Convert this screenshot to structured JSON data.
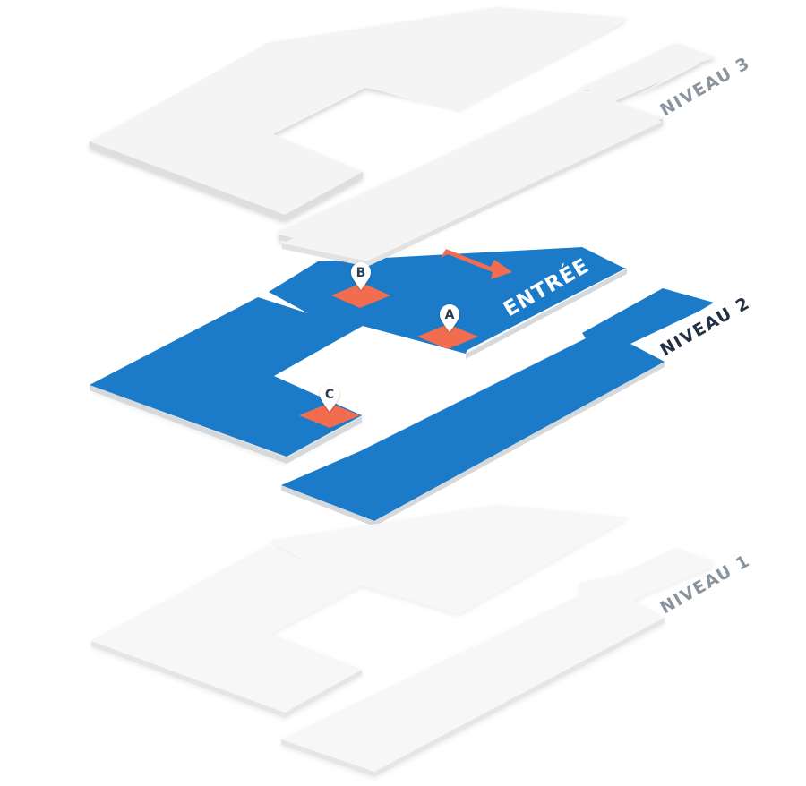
{
  "levels": {
    "niveau3": {
      "label": "NIVEAU 3",
      "active": false
    },
    "niveau2": {
      "label": "NIVEAU 2",
      "active": true
    },
    "niveau1": {
      "label": "NIVEAU 1",
      "active": false
    }
  },
  "entrance": {
    "label": "ENTRÉE"
  },
  "markers": {
    "a": {
      "label": "A"
    },
    "b": {
      "label": "B"
    },
    "c": {
      "label": "C"
    }
  },
  "colors": {
    "active_floor": "#1b7bc9",
    "inactive_floor_top": "#f4f4f4",
    "inactive_floor_faded": "#f7f7f7",
    "floor_edge": "#d8d8d8",
    "marker": "#f26d4f",
    "arrow": "#f26d4f",
    "pin_text": "#2c3e50",
    "label_active": "#233044",
    "label_inactive": "#8a949e"
  }
}
